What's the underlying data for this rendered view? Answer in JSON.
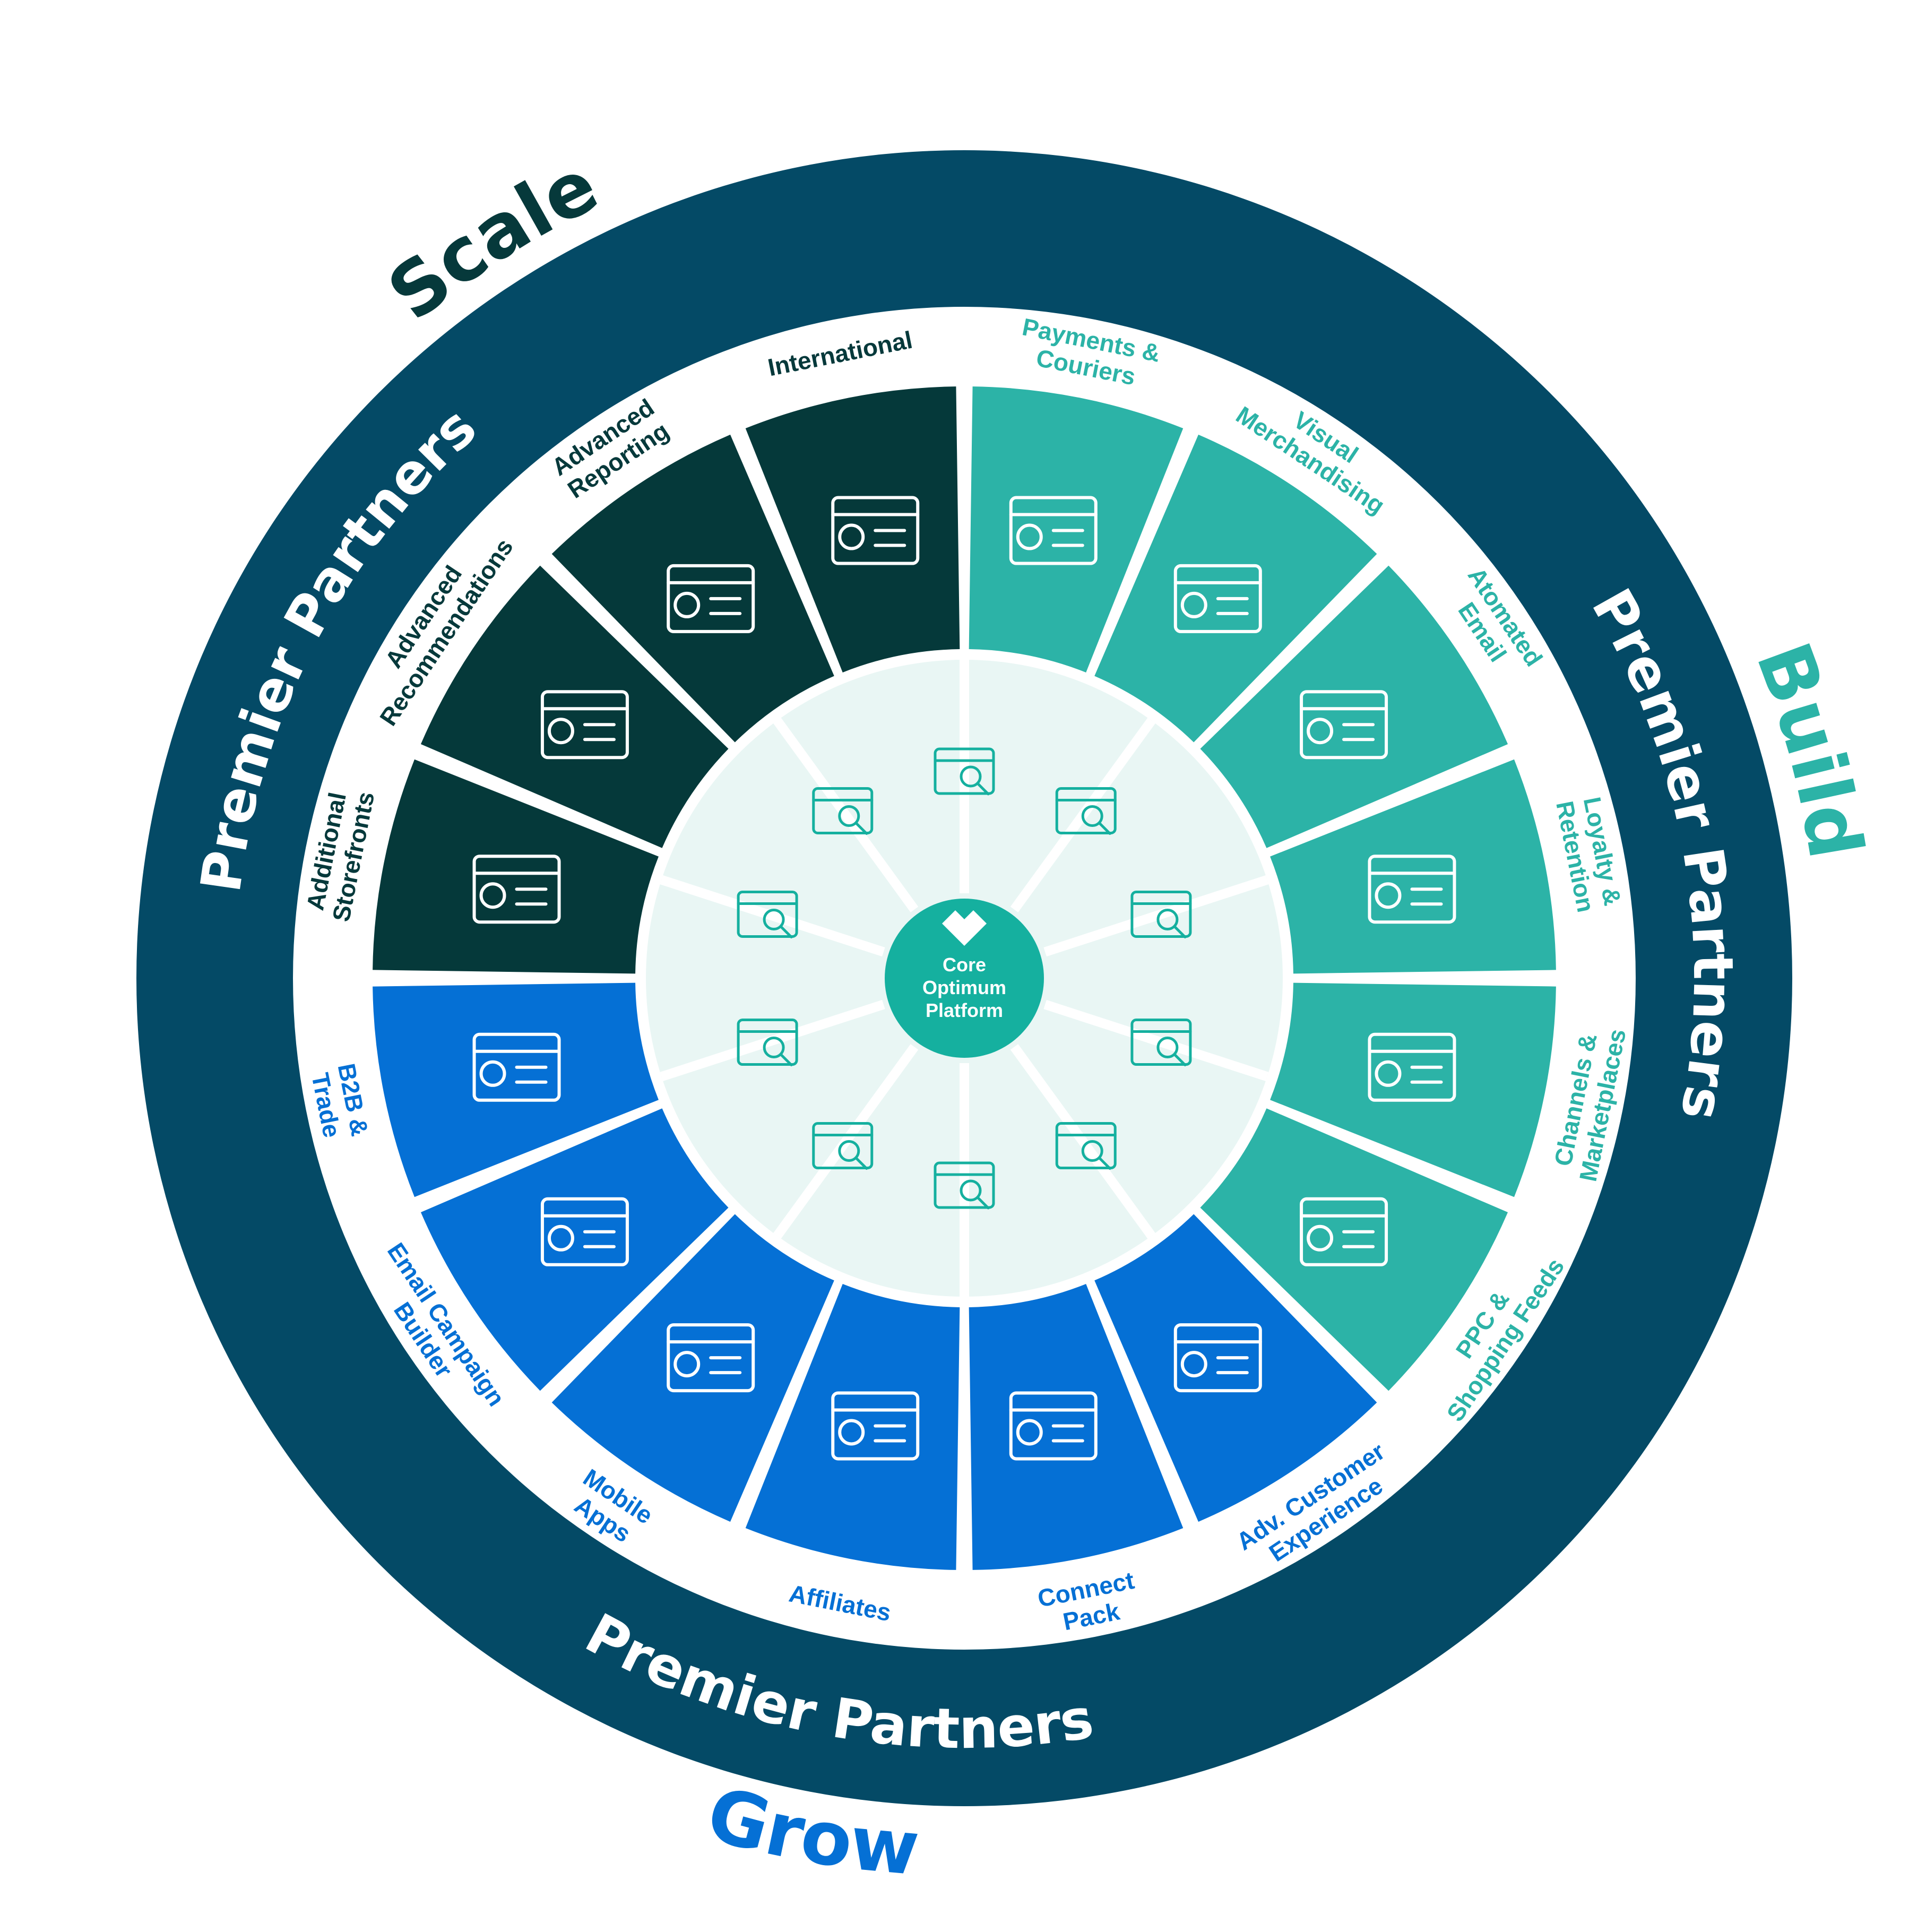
{
  "colors": {
    "outer_ring": "#044a66",
    "scale": "#05393a",
    "build": "#2cb3a7",
    "grow": "#0570d5",
    "label_scale": "#06393b",
    "label_build": "#2cb3a7",
    "label_grow": "#0570d5",
    "inner_disc": "#e9f6f4",
    "core": "#15b09f",
    "white": "#ffffff"
  },
  "groups": {
    "scale": "Scale",
    "build": "Build",
    "grow": "Grow"
  },
  "ring_labels": {
    "scale": "Premier Partners",
    "build": "Premier Partners",
    "grow": "Premier Partners"
  },
  "core": {
    "line1": "Core",
    "line2": "Optimum",
    "line3": "Platform"
  },
  "segments": [
    {
      "group": "build",
      "icon": "globe-card-icon",
      "lines": [
        "Payments &",
        "Couriers"
      ]
    },
    {
      "group": "build",
      "icon": "storefront-mannequin-icon",
      "lines": [
        "Visual",
        "Merchandising"
      ]
    },
    {
      "group": "build",
      "icon": "envelope-gear-icon",
      "lines": [
        "Atomated",
        "Email"
      ]
    },
    {
      "group": "build",
      "icon": "gift-card-icon",
      "lines": [
        "Loyalty &",
        "Retention"
      ]
    },
    {
      "group": "build",
      "icon": "store-location-icon",
      "lines": [
        "Channels &",
        "Marketplaces"
      ]
    },
    {
      "group": "build",
      "icon": "browser-upload-icon",
      "lines": [
        "PPC &",
        "Shopping Feeds"
      ]
    },
    {
      "group": "grow",
      "icon": "boxes-icon",
      "lines": [
        "Adv. Customer",
        "Experience"
      ]
    },
    {
      "group": "grow",
      "icon": "clipboard-checklist-icon",
      "lines": [
        "Connect",
        "Pack"
      ]
    },
    {
      "group": "grow",
      "icon": "network-people-icon",
      "lines": [
        "Affiliates"
      ]
    },
    {
      "group": "grow",
      "icon": "mobile-download-icon",
      "lines": [
        "Mobile",
        "Apps"
      ]
    },
    {
      "group": "grow",
      "icon": "laptop-email-icon",
      "lines": [
        "Email Campaign",
        "Builder"
      ]
    },
    {
      "group": "grow",
      "icon": "buildings-exchange-icon",
      "lines": [
        "B2B &",
        "Trade"
      ]
    },
    {
      "group": "scale",
      "icon": "two-storefronts-icon",
      "lines": [
        "Additional",
        "Storefronts"
      ]
    },
    {
      "group": "scale",
      "icon": "thumbs-up-stars-icon",
      "lines": [
        "Advanced",
        "Recommendations"
      ]
    },
    {
      "group": "scale",
      "icon": "report-charts-icon",
      "lines": [
        "Advanced",
        "Reporting"
      ]
    },
    {
      "group": "scale",
      "icon": "currency-store-icon",
      "lines": [
        "International"
      ]
    }
  ],
  "inner_icons": [
    "browser-pencil-icon",
    "price-tags-icon",
    "hand-shield-icon",
    "voucher-scissors-icon",
    "shopping-cart-icon",
    "search-filter-icon",
    "briefcase-gear-icon",
    "api-gears-icon",
    "chat-rating-icon",
    "analytics-search-icon"
  ]
}
